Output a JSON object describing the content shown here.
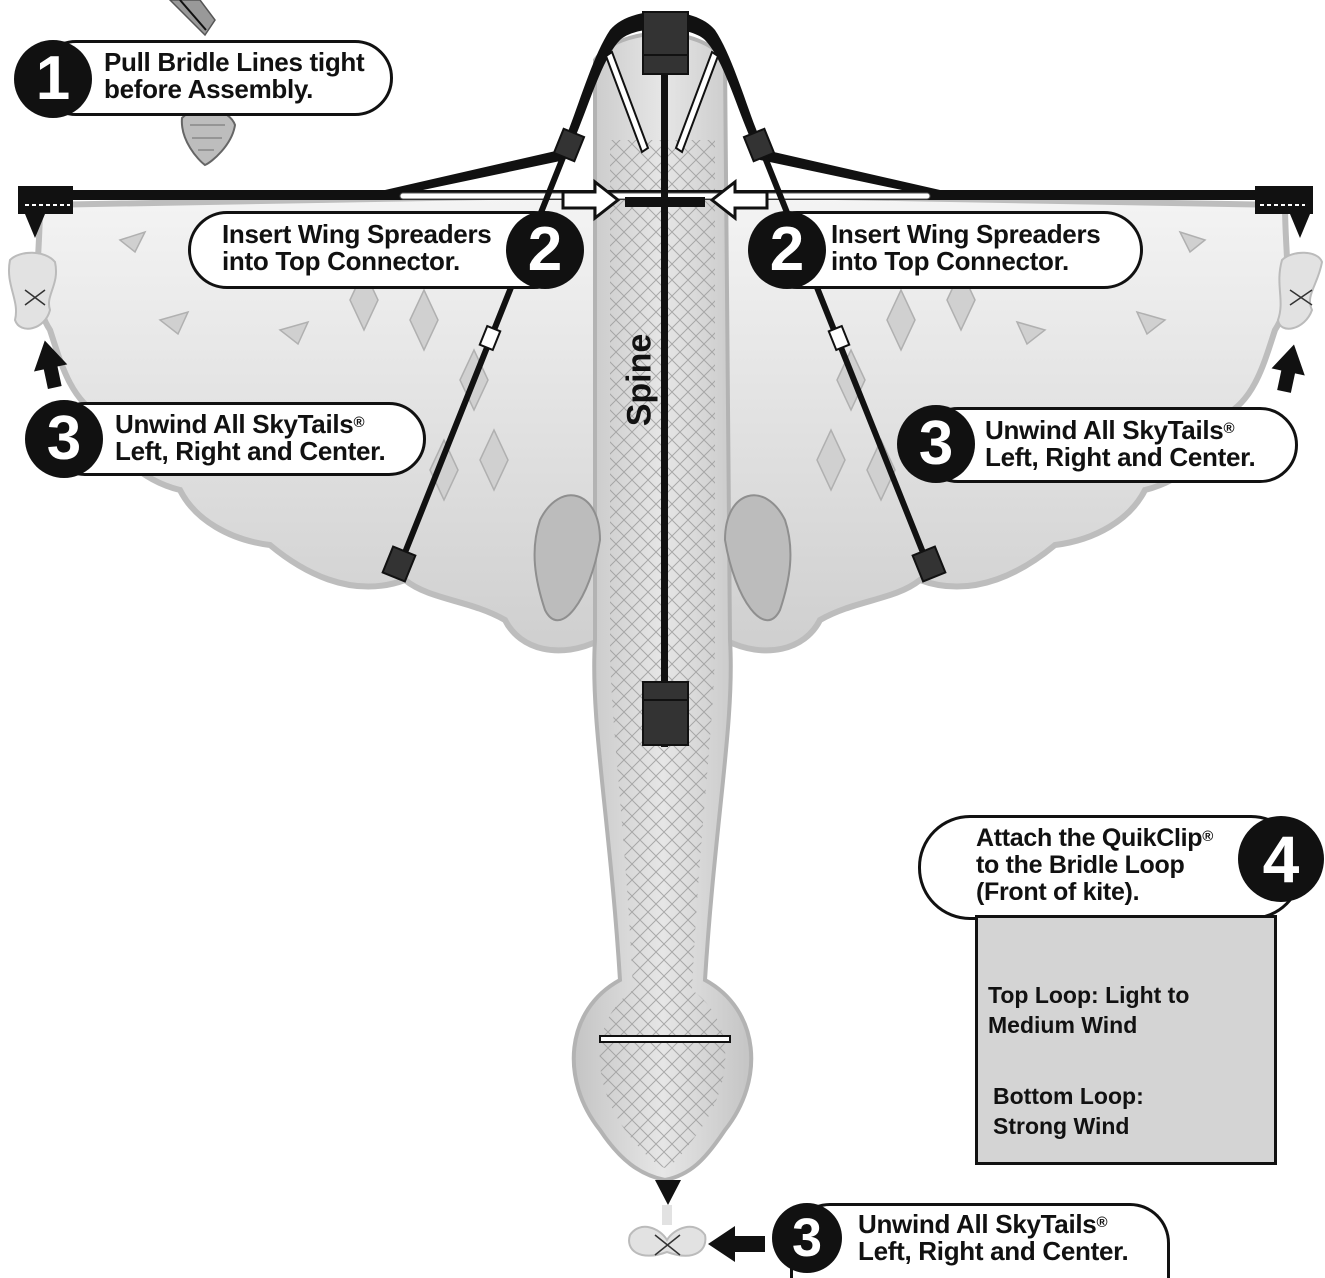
{
  "steps": {
    "step1": {
      "number": "1",
      "line1": "Pull Bridle Lines tight",
      "line2": "before Assembly."
    },
    "step2_left": {
      "number": "2",
      "line1": "Insert Wing Spreaders",
      "line2": "into Top Connector."
    },
    "step2_right": {
      "number": "2",
      "line1": "Insert Wing Spreaders",
      "line2": "into Top Connector."
    },
    "step3_left": {
      "number": "3",
      "line1": "Unwind All SkyTails",
      "line2": "Left, Right and Center.",
      "reg": "®"
    },
    "step3_right": {
      "number": "3",
      "line1": "Unwind All SkyTails",
      "line2": "Left, Right and Center.",
      "reg": "®"
    },
    "step3_bottom": {
      "number": "3",
      "line1": "Unwind All SkyTails",
      "line2": "Left, Right and Center.",
      "reg": "®"
    },
    "step4": {
      "number": "4",
      "line1": "Attach the QuikClip",
      "line2": "to the  Bridle Loop",
      "line3": "(Front of kite).",
      "reg": "®"
    }
  },
  "spine_label": "Spine",
  "loop_panel": {
    "top_loop_line1": "Top Loop: Light to",
    "top_loop_line2": "Medium Wind",
    "bottom_loop_line1": "Bottom Loop:",
    "bottom_loop_line2": "Strong Wind"
  },
  "colors": {
    "ink": "#111111",
    "sail_light": "#e9e9e9",
    "sail_mid": "#c8c8c8",
    "sail_dark": "#a8a8a8",
    "panel": "#d4d4d4"
  }
}
